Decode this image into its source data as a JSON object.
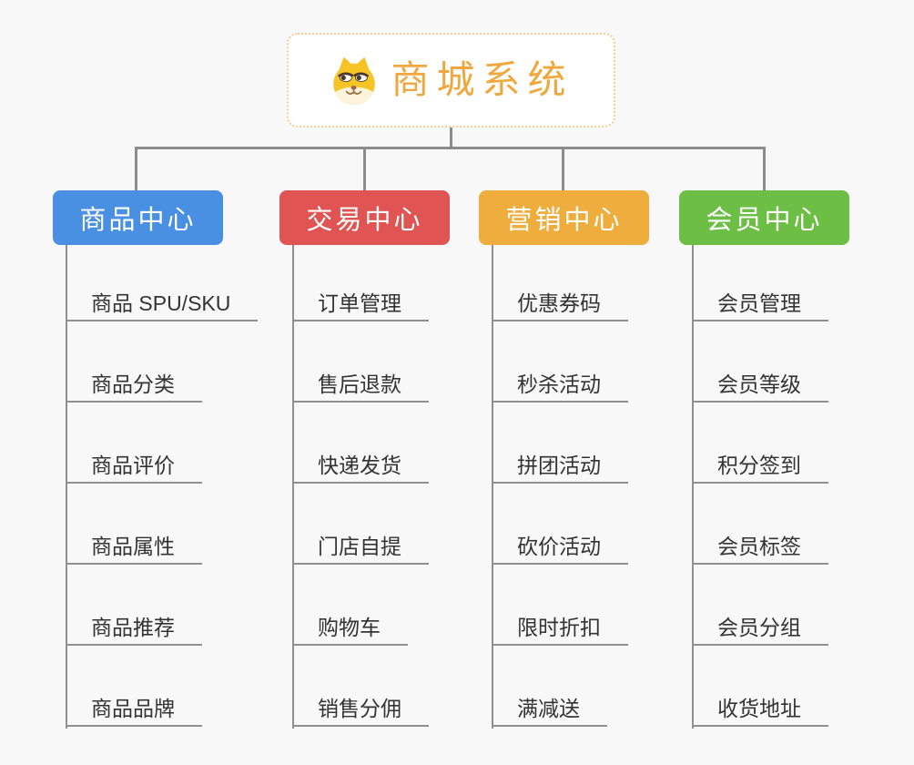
{
  "root": {
    "title": "商城系统",
    "icon": "doge-icon"
  },
  "colors": {
    "background": "#f8f8f8",
    "connector": "#8c8c8c",
    "underline": "#909090",
    "root_text": "#f0a73d",
    "root_border": "#f5cc8f",
    "leaf_text": "#333333",
    "branch_product": "#4a90e2",
    "branch_trade": "#e05453",
    "branch_marketing": "#eead3c",
    "branch_member": "#6cbf44"
  },
  "branches": [
    {
      "label": "商品中心",
      "color": "#4a90e2",
      "items": [
        "商品 SPU/SKU",
        "商品分类",
        "商品评价",
        "商品属性",
        "商品推荐",
        "商品品牌"
      ]
    },
    {
      "label": "交易中心",
      "color": "#e05453",
      "items": [
        "订单管理",
        "售后退款",
        "快递发货",
        "门店自提",
        "购物车",
        "销售分佣"
      ]
    },
    {
      "label": "营销中心",
      "color": "#eead3c",
      "items": [
        "优惠券码",
        "秒杀活动",
        "拼团活动",
        "砍价活动",
        "限时折扣",
        "满减送"
      ]
    },
    {
      "label": "会员中心",
      "color": "#6cbf44",
      "items": [
        "会员管理",
        "会员等级",
        "积分签到",
        "会员标签",
        "会员分组",
        "收货地址"
      ]
    }
  ]
}
